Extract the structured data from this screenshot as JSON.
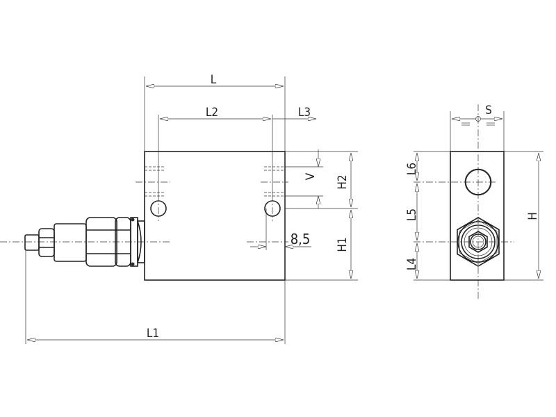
{
  "labels": {
    "L": "L",
    "L1": "L1",
    "L2": "L2",
    "L3": "L3",
    "V": "V",
    "H1": "H1",
    "H2": "H2",
    "dim_8_5": "8,5",
    "S": "S",
    "L4": "L4",
    "L5": "L5",
    "L6": "L6",
    "H": "H"
  }
}
